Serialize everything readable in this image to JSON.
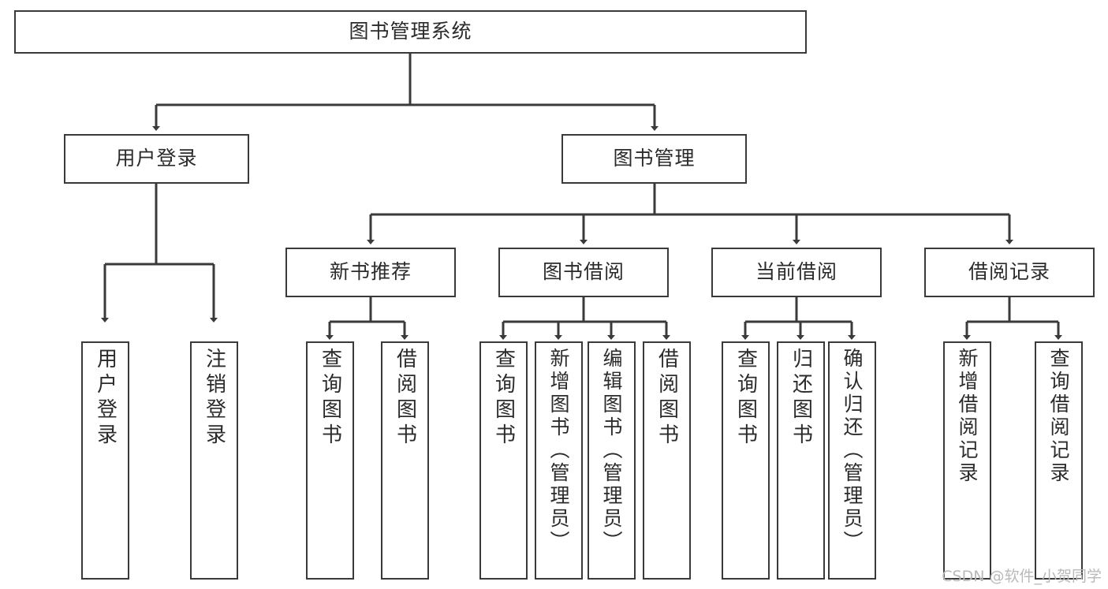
{
  "diagram": {
    "title": "图书管理系统",
    "type": "hierarchy-tree",
    "line_color": "#3a3a3a",
    "box_fill": "#ffffff",
    "text_color": "#2b2b2b",
    "root": {
      "label": "图书管理系统"
    },
    "level2": [
      {
        "label": "用户登录"
      },
      {
        "label": "图书管理"
      }
    ],
    "level3": [
      {
        "label": "新书推荐"
      },
      {
        "label": "图书借阅"
      },
      {
        "label": "当前借阅"
      },
      {
        "label": "借阅记录"
      }
    ],
    "leaves_user_login": [
      {
        "label": "用户登录"
      },
      {
        "label": "注销登录"
      }
    ],
    "leaves_new_book": [
      {
        "label": "查询图书"
      },
      {
        "label": "借阅图书"
      }
    ],
    "leaves_borrow": [
      {
        "label": "查询图书"
      },
      {
        "label": "新增图书（管理员）"
      },
      {
        "label": "编辑图书（管理员）"
      },
      {
        "label": "借阅图书"
      }
    ],
    "leaves_current": [
      {
        "label": "查询图书"
      },
      {
        "label": "归还图书"
      },
      {
        "label": "确认归还（管理员）"
      }
    ],
    "leaves_record": [
      {
        "label": "新增借阅记录"
      },
      {
        "label": "查询借阅记录"
      }
    ]
  },
  "watermark": {
    "text": "CSDN @软件_小贺同学",
    "color": "#b9b9b9"
  }
}
